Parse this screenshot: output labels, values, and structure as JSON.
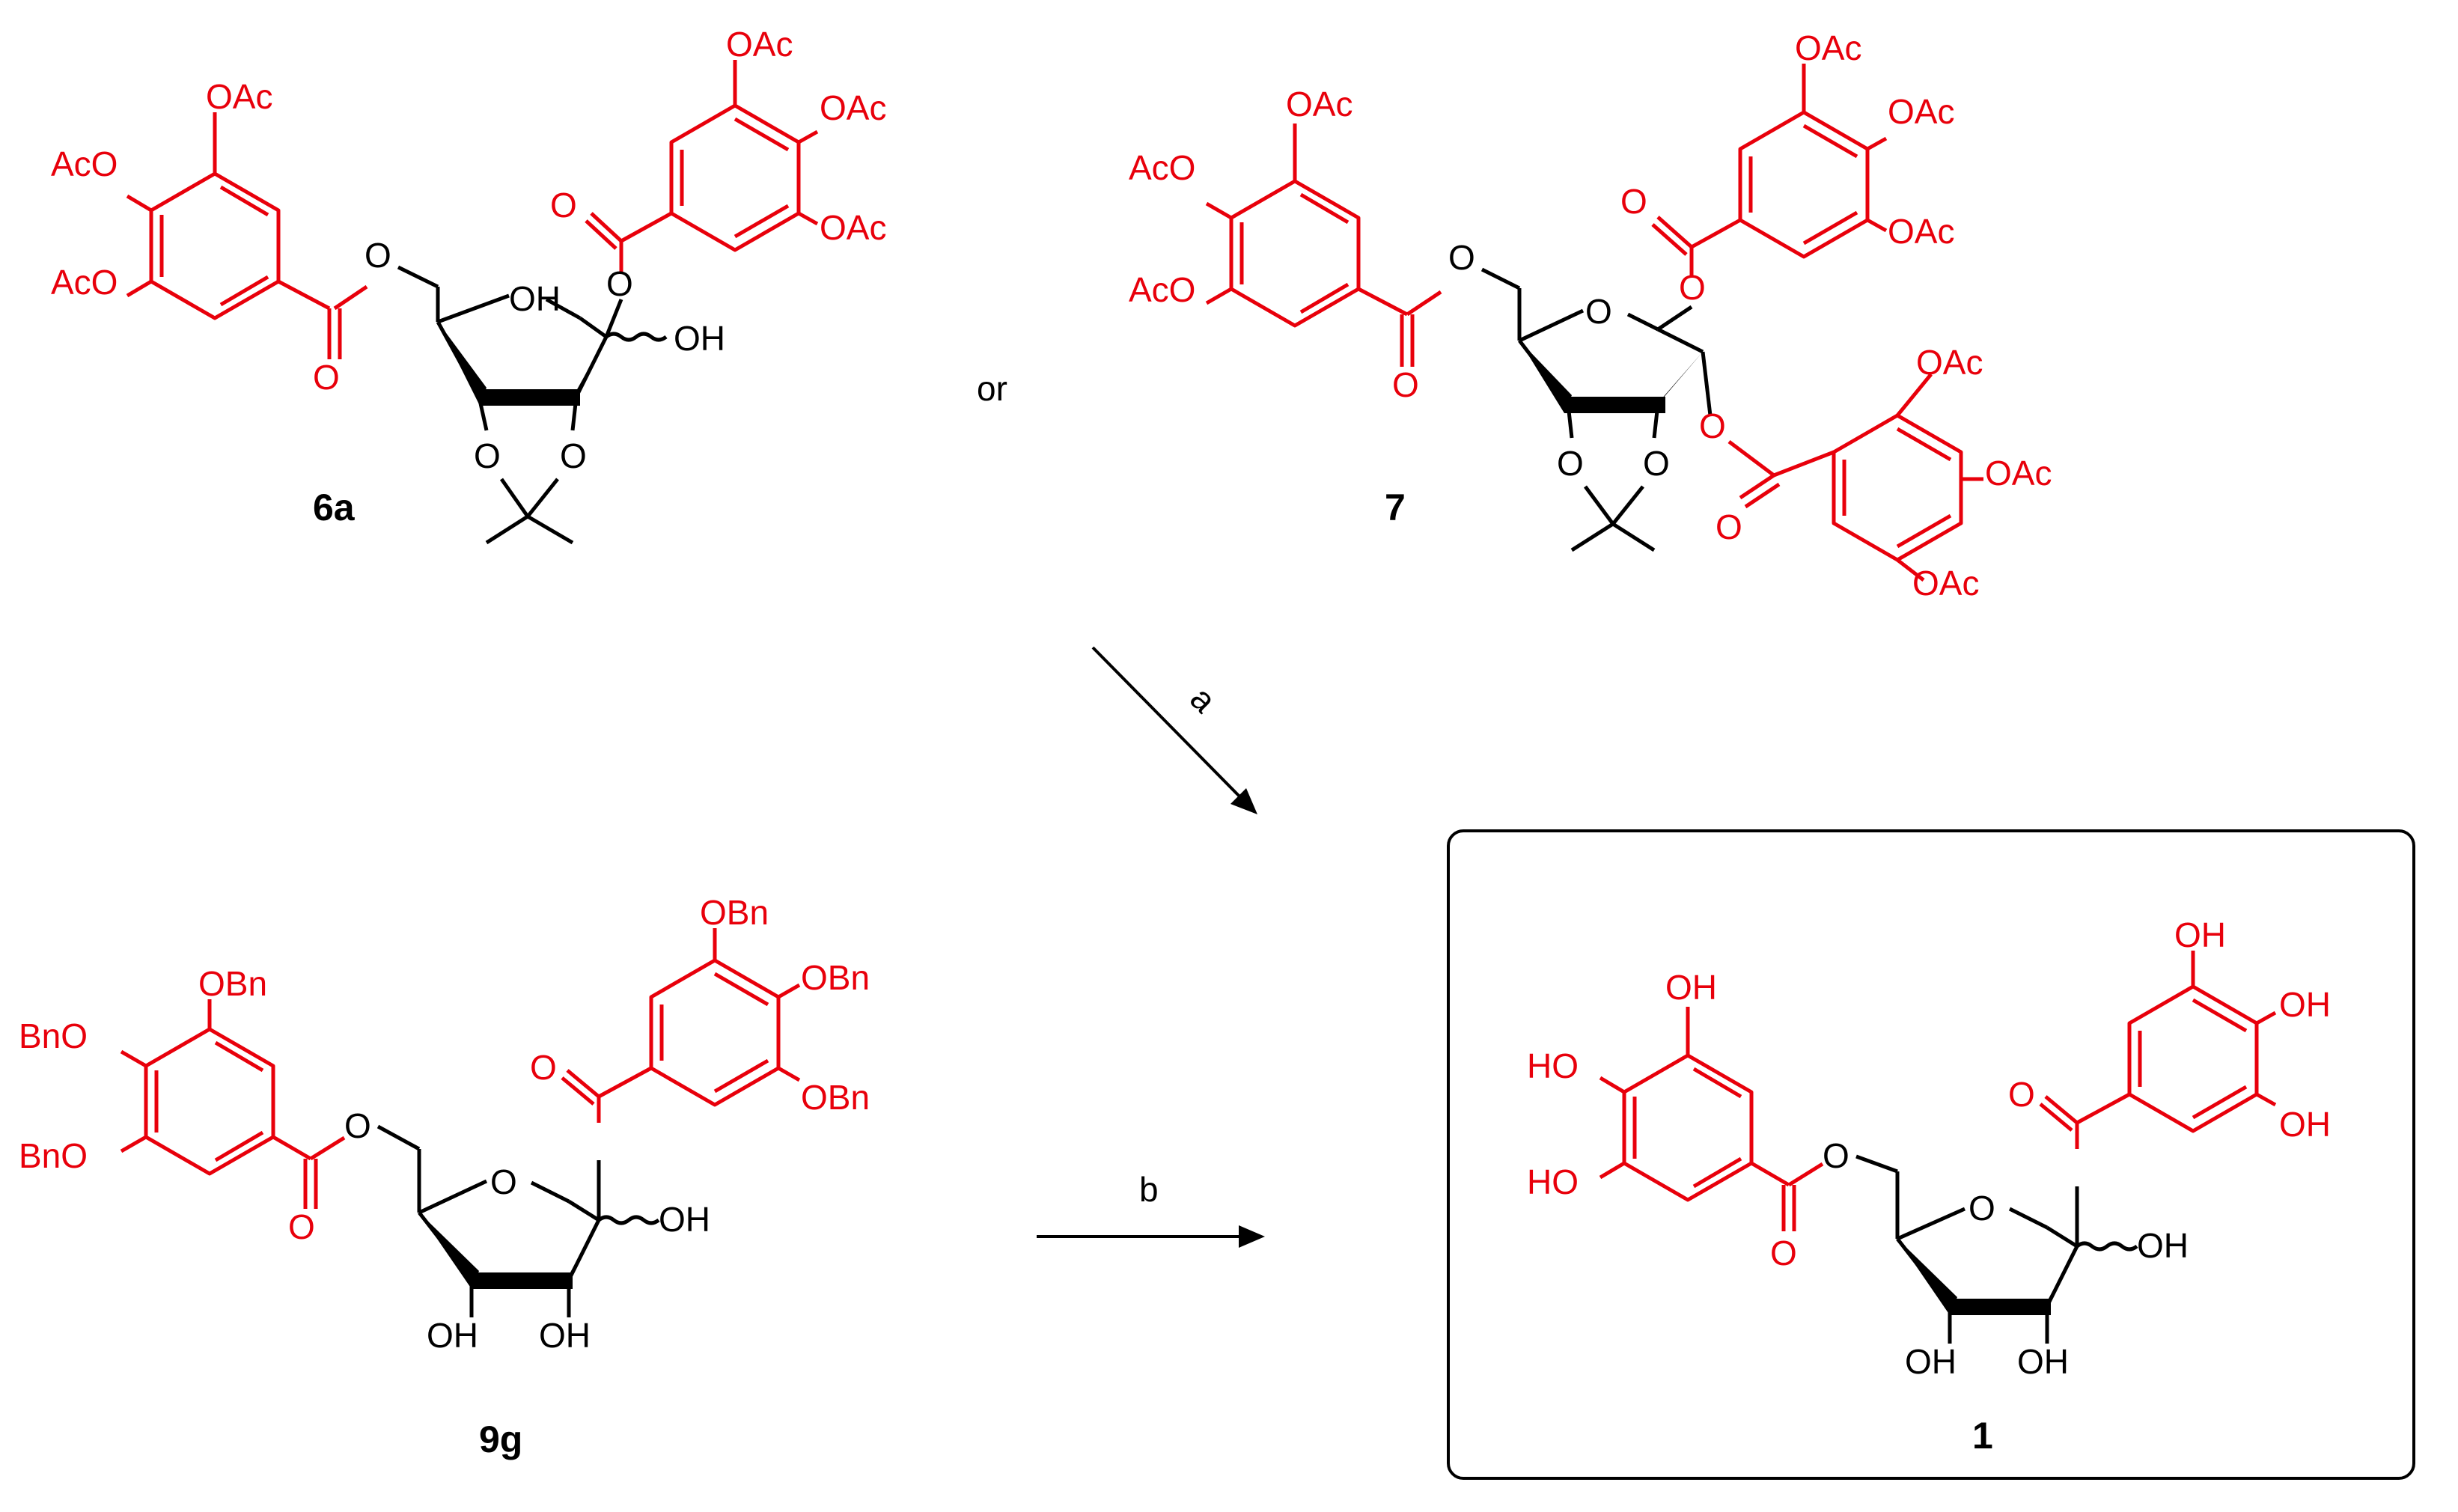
{
  "compounds": {
    "c6a": {
      "id": "6a",
      "labels": [
        "OAc",
        "AcO",
        "AcO",
        "OAc",
        "OAc",
        "OAc",
        "O",
        "O",
        "O",
        "O",
        "OH",
        "O",
        "O"
      ]
    },
    "c7": {
      "id": "7",
      "labels": [
        "OAc",
        "AcO",
        "AcO",
        "OAc",
        "OAc",
        "OAc",
        "OAc",
        "OAc",
        "OAc",
        "O",
        "O",
        "O",
        "O",
        "O",
        "O",
        "O",
        "O"
      ]
    },
    "c9g": {
      "id": "9g",
      "labels": [
        "OBn",
        "BnO",
        "BnO",
        "OBn",
        "OBn",
        "OBn",
        "O",
        "O",
        "O",
        "O",
        "OH",
        "OH",
        "OH"
      ]
    },
    "c1": {
      "id": "1",
      "labels": [
        "OH",
        "HO",
        "HO",
        "OH",
        "OH",
        "OH",
        "O",
        "O",
        "O",
        "O",
        "OH",
        "OH",
        "OH"
      ]
    }
  },
  "connector": "or",
  "conditions": {
    "a": "a",
    "b": "b"
  },
  "colors": {
    "galloyl": "#e8000b",
    "core": "#000000"
  }
}
